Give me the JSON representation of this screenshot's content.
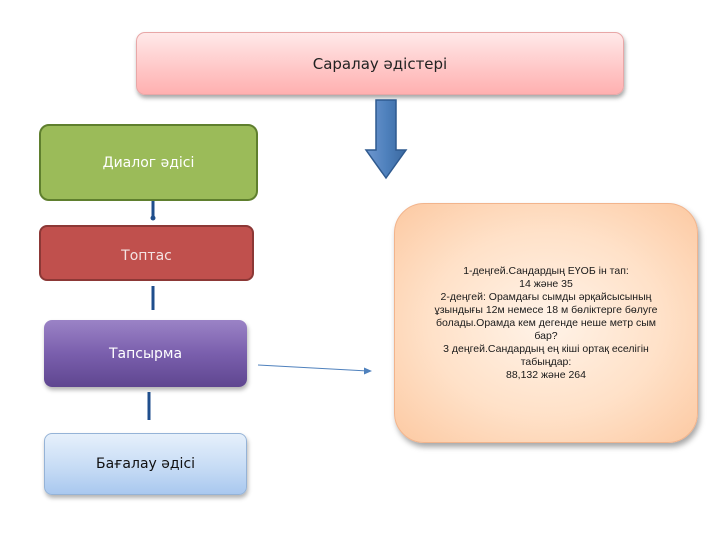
{
  "title": "Саралау әдістері",
  "steps": [
    "Диалог әдісі",
    "Топтас",
    "Тапсырма",
    "Бағалау әдісі"
  ],
  "tasks": [
    "1-деңгей.Сандардың ЕҮОБ ін тап:",
    "14 және 35",
    "2-деңгей: Орамдағы сымды әрқайсысының",
    "ұзындығы 12м немесе 18 м бөліктерге бөлуге",
    "болады.Орамда кем дегенде неше метр сым",
    "бар?",
    "3 деңгей.Сандардың ең кіші ортақ еселігін",
    "табыңдар:",
    "88,132 және 264"
  ],
  "colors": {
    "down_arrow": "#4f81bd",
    "connector": "#1f4e8c"
  }
}
